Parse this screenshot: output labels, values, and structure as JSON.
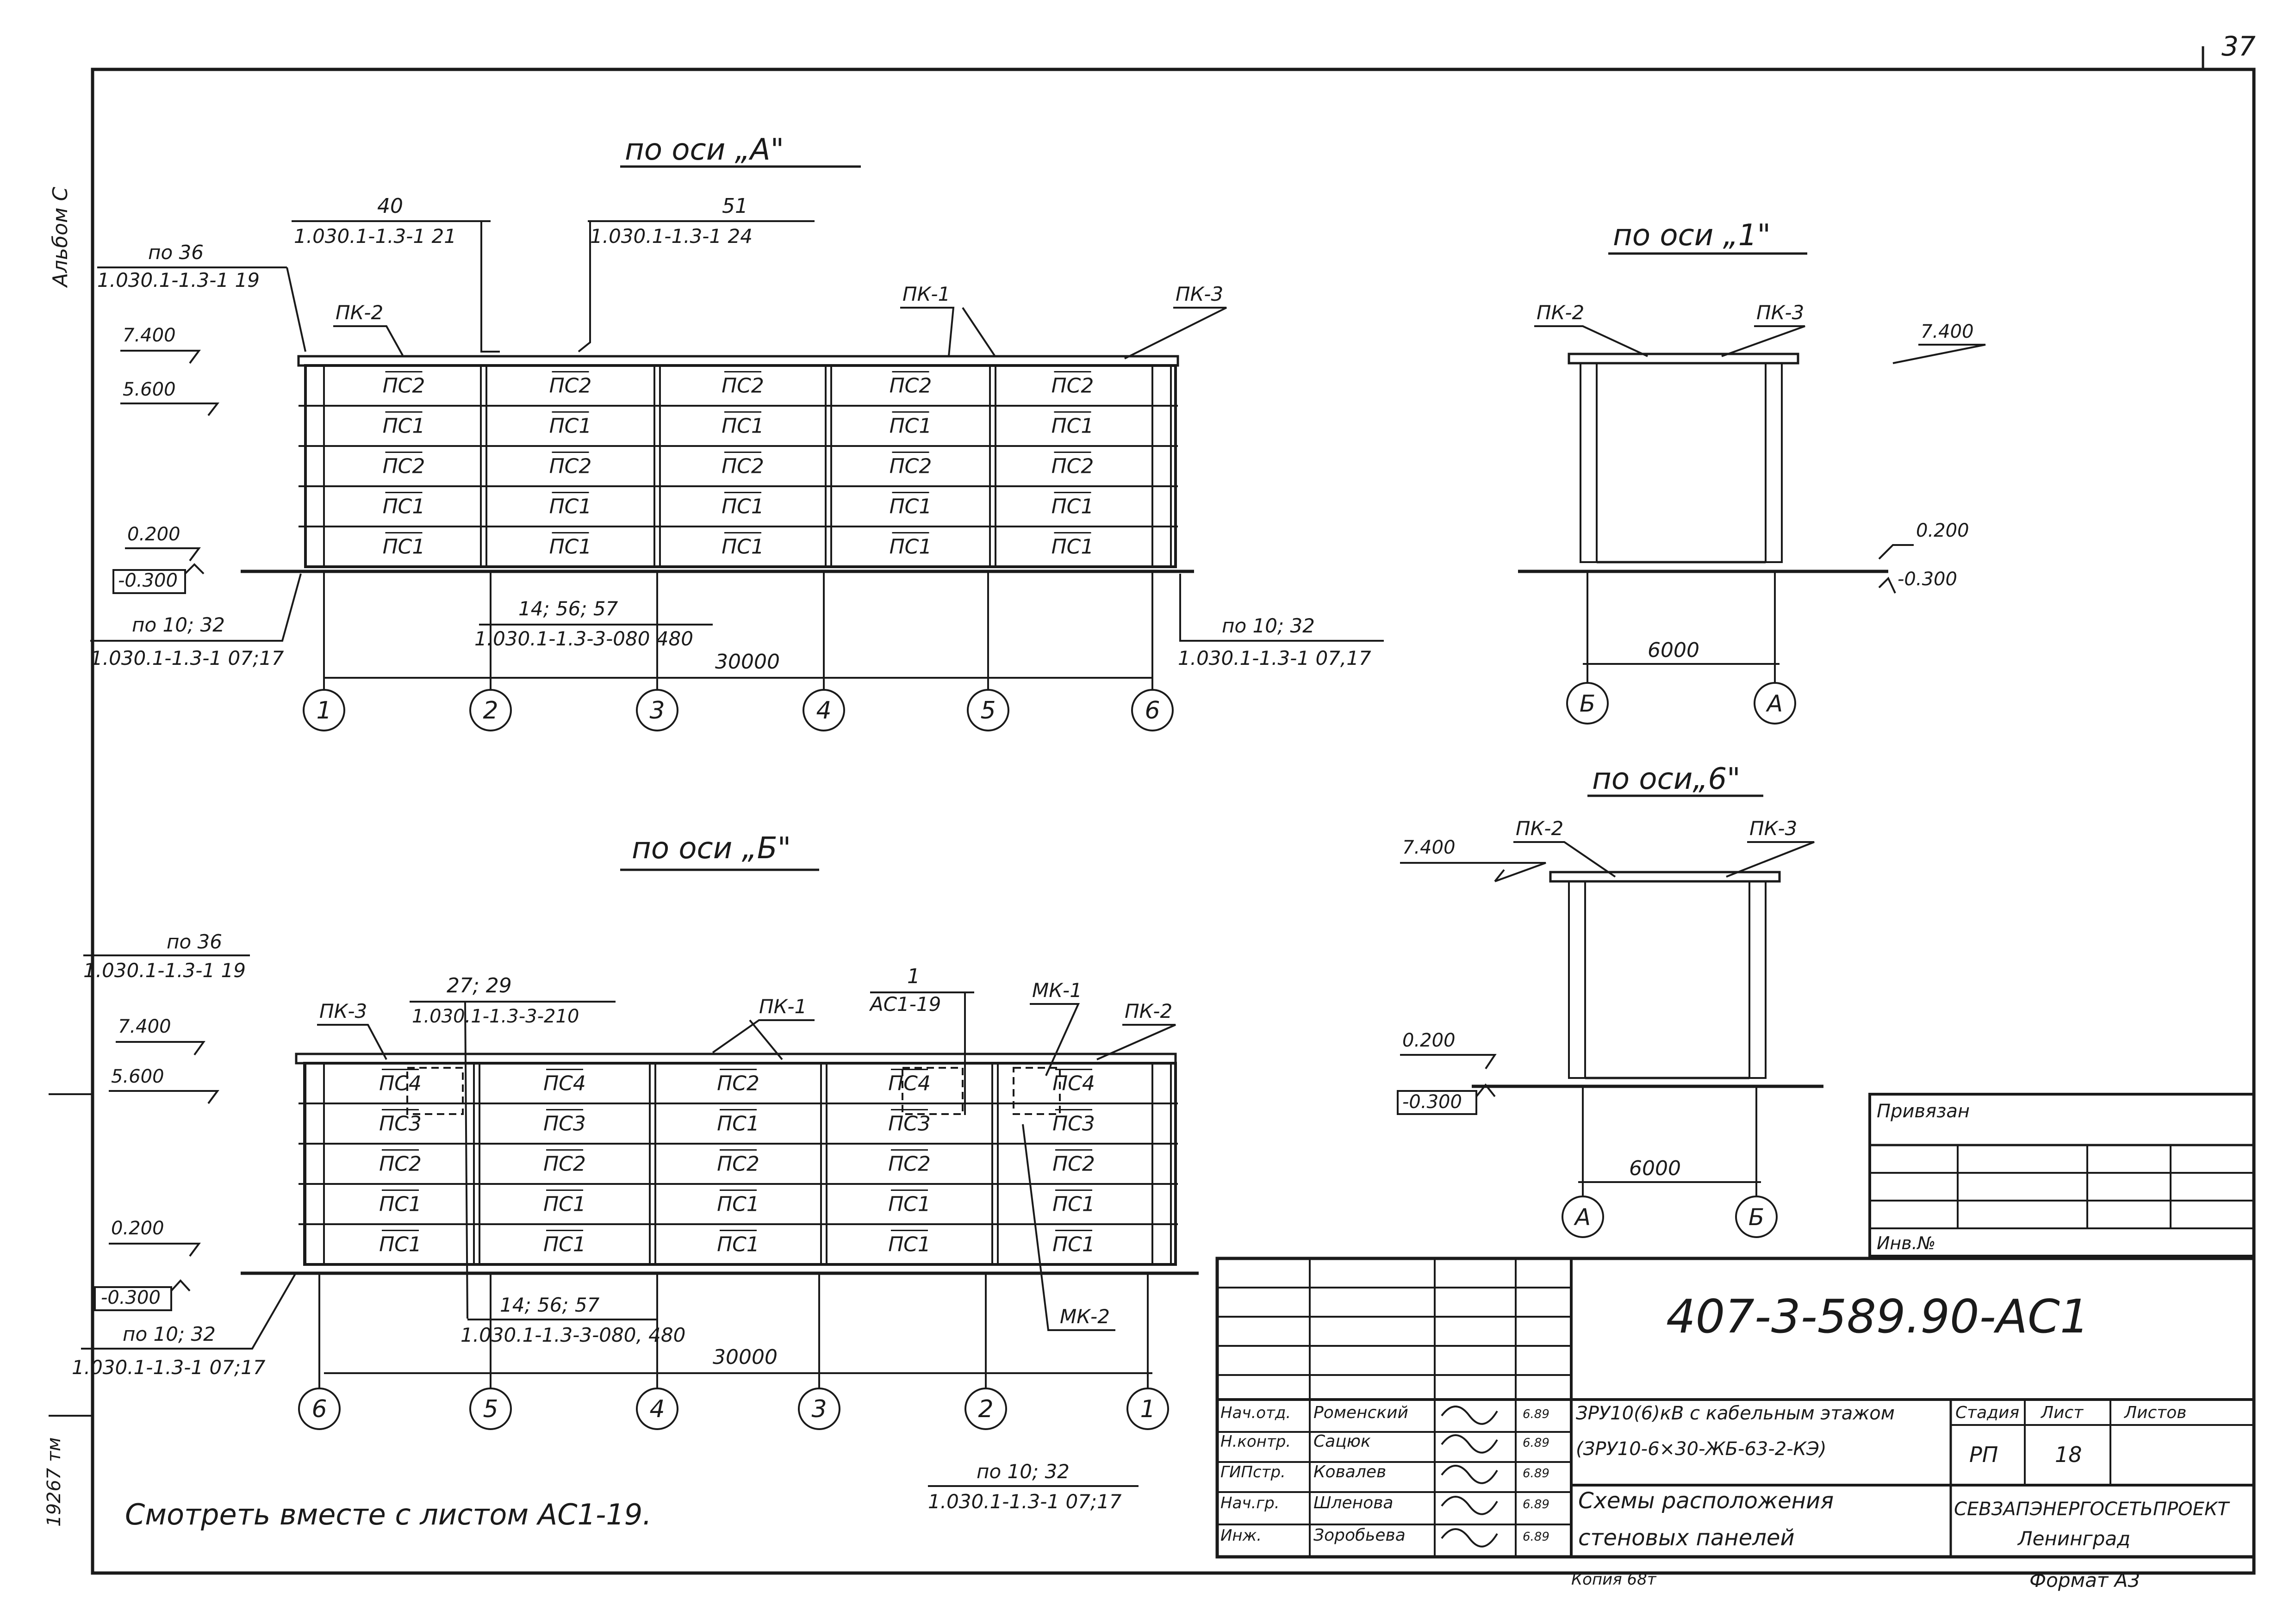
{
  "sheet": {
    "page_number": "37",
    "margin_left_top": "Альбом С",
    "margin_left_bottom": "19267 тм",
    "copied": "Копия 68т",
    "format": "Формат А3",
    "note": "Смотреть вместе с листом АС1-19."
  },
  "view_a": {
    "title": "по оси „А\"",
    "top_refs": [
      {
        "num": "40",
        "ref": "1.030.1-1.3-1 21"
      },
      {
        "num": "51",
        "ref": "1.030.1-1.3-1 24"
      }
    ],
    "left_ref_num": "по 36",
    "left_ref": "1.030.1-1.3-1   19",
    "marks": [
      "ПК-2",
      "ПК-1",
      "ПК-3"
    ],
    "levels": [
      "7.400",
      "5.600",
      "0.200",
      "-0.300"
    ],
    "rows": [
      [
        "ПС2",
        "ПС2",
        "ПС2",
        "ПС2",
        "ПС2"
      ],
      [
        "ПС1",
        "ПС1",
        "ПС1",
        "ПС1",
        "ПС1"
      ],
      [
        "ПС2",
        "ПС2",
        "ПС2",
        "ПС2",
        "ПС2"
      ],
      [
        "ПС1",
        "ПС1",
        "ПС1",
        "ПС1",
        "ПС1"
      ],
      [
        "ПС1",
        "ПС1",
        "ПС1",
        "ПС1",
        "ПС1"
      ]
    ],
    "bottom_left_num": "по 10; 32",
    "bottom_left_ref": "1.030.1-1.3-1 07;17",
    "bottom_mid_num": "14; 56; 57",
    "bottom_mid_ref": "1.030.1-1.3-3-080 480",
    "bottom_right_num": "по 10; 32",
    "bottom_right_ref": "1.030.1-1.3-1 07,17",
    "dimension": "30000",
    "axes": [
      "1",
      "2",
      "3",
      "4",
      "5",
      "6"
    ]
  },
  "view_b": {
    "title": "по оси „Б\"",
    "left_ref_num": "по 36",
    "left_ref": "1.030.1-1.3-1   19",
    "top_ref_num": "27; 29",
    "top_ref": "1.030.1-1.3-3-210",
    "ac_num": "1",
    "ac_ref": "АС1-19",
    "marks": [
      "ПК-3",
      "ПК-1",
      "МК-1",
      "ПК-2",
      "МК-2"
    ],
    "levels": [
      "7.400",
      "5.600",
      "0.200",
      "-0.300"
    ],
    "rows": [
      [
        "ПС4",
        "ПС4",
        "ПС2",
        "ПС4",
        "ПС4"
      ],
      [
        "ПС3",
        "ПС3",
        "ПС1",
        "ПС3",
        "ПС3"
      ],
      [
        "ПС2",
        "ПС2",
        "ПС2",
        "ПС2",
        "ПС2"
      ],
      [
        "ПС1",
        "ПС1",
        "ПС1",
        "ПС1",
        "ПС1"
      ],
      [
        "ПС1",
        "ПС1",
        "ПС1",
        "ПС1",
        "ПС1"
      ]
    ],
    "bottom_left_num": "по 10; 32",
    "bottom_left_ref": "1.030.1-1.3-1 07;17",
    "bottom_mid_num": "14; 56; 57",
    "bottom_mid_ref": "1.030.1-1.3-3-080, 480",
    "bottom_right_num": "по 10; 32",
    "bottom_right_ref": "1.030.1-1.3-1   07;17",
    "dimension": "30000",
    "axes": [
      "6",
      "5",
      "4",
      "3",
      "2",
      "1"
    ]
  },
  "view_1": {
    "title": "по оси „1\"",
    "marks": [
      "ПК-2",
      "ПК-3"
    ],
    "levels": [
      "7.400",
      "0.200",
      "-0.300"
    ],
    "dimension": "6000",
    "axes": [
      "Б",
      "А"
    ]
  },
  "view_6": {
    "title": "по оси„6\"",
    "marks": [
      "ПК-2",
      "ПК-3"
    ],
    "levels": [
      "7.400",
      "0.200",
      "-0.300"
    ],
    "dimension": "6000",
    "axes": [
      "А",
      "Б"
    ]
  },
  "stamp": {
    "privyazan": "Привязан",
    "inv_no": "Инв.№",
    "code": "407-3-589.90-АС1",
    "people": [
      {
        "role": "Нач.отд.",
        "name": "Роменский",
        "date": "6.89"
      },
      {
        "role": "Н.контр.",
        "name": "Сацюк",
        "date": "6.89"
      },
      {
        "role": "ГИПстр.",
        "name": "Ковалев",
        "date": "6.89"
      },
      {
        "role": "Нач.гр.",
        "name": "Шленова",
        "date": "6.89"
      },
      {
        "role": "Инж.",
        "name": "Зоробьева",
        "date": "6.89"
      }
    ],
    "object_line1": "ЗРУ10(6)кВ с кабельным этажом",
    "object_line2": "(ЗРУ10-6×30-ЖБ-63-2-КЭ)",
    "title_line1": "Схемы расположения",
    "title_line2": "стеновых панелей",
    "stage_label": "Стадия",
    "sheet_label": "Лист",
    "sheets_label": "Листов",
    "stage": "РП",
    "sheet": "18",
    "org_line1": "СЕВЗАПЭНЕРГОСЕТЬПРОЕКТ",
    "org_line2": "Ленинград"
  }
}
